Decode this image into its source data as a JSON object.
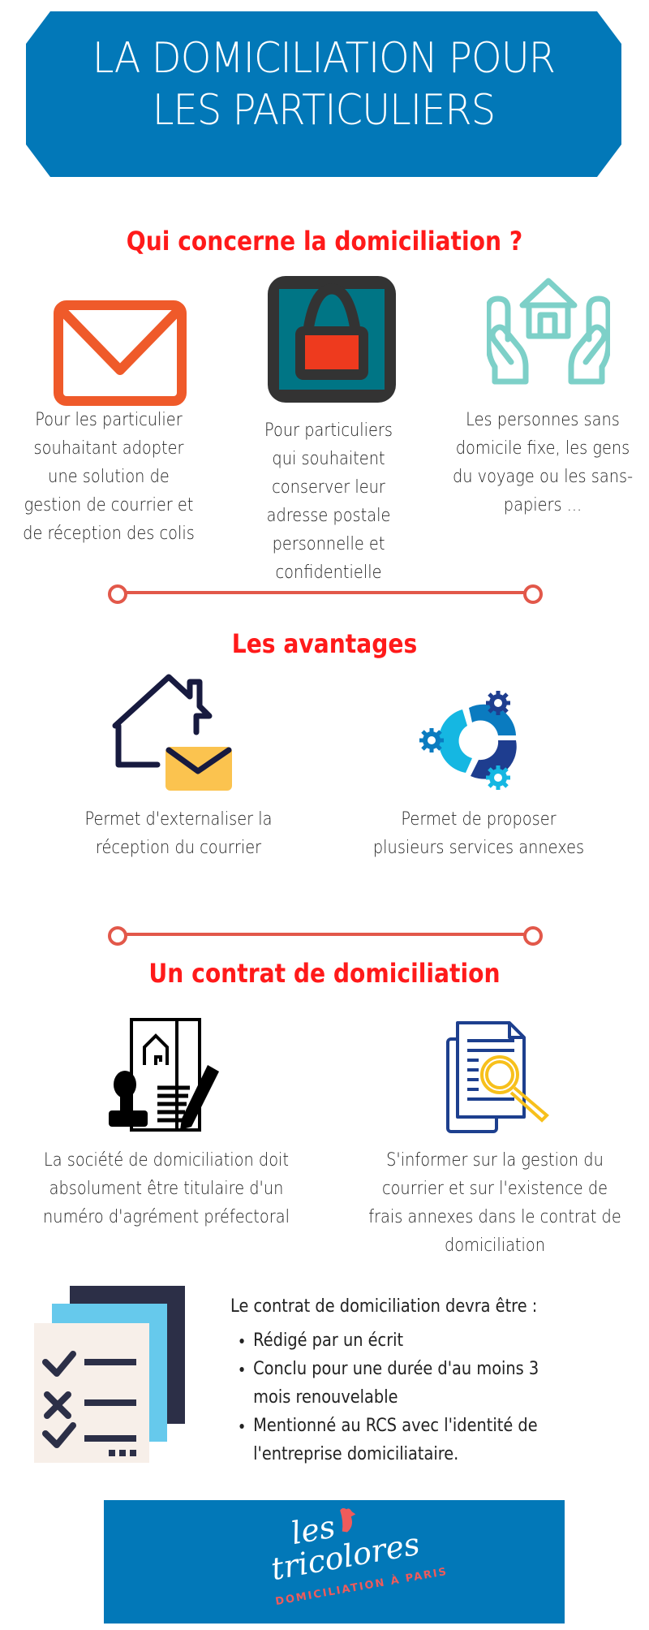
{
  "header": {
    "title_line1": "LA DOMICILIATION POUR",
    "title_line2": "LES PARTICULIERS",
    "background_color": "#0278b8"
  },
  "section_who": {
    "title": "Qui concerne la domiciliation ?",
    "items": [
      {
        "icon": "envelope-icon",
        "lines": [
          "Pour les particulier",
          "souhaitant  adopter",
          "une solution de",
          "gestion de courrier et",
          "de réception des colis"
        ]
      },
      {
        "icon": "padlock-icon",
        "lines": [
          "Pour particuliers",
          "qui souhaitent",
          "conserver leur",
          "adresse postale",
          "personnelle et",
          "confidentielle"
        ]
      },
      {
        "icon": "hands-house-icon",
        "lines": [
          "Les personnes sans",
          "domicile fixe, les gens",
          "du voyage ou les sans-",
          "papiers ..."
        ]
      }
    ]
  },
  "section_advantages": {
    "title": "Les avantages",
    "items": [
      {
        "icon": "house-mail-icon",
        "lines": [
          "Permet d'externaliser la",
          "réception du courrier"
        ]
      },
      {
        "icon": "gears-cycle-icon",
        "lines": [
          "Permet de proposer",
          "plusieurs services annexes"
        ]
      }
    ]
  },
  "section_contract": {
    "title": "Un contrat de domiciliation",
    "items": [
      {
        "icon": "contract-stamp-icon",
        "lines": [
          "La société de domiciliation doit",
          "absolument être titulaire d'un",
          "numéro d'agrément préfectoral"
        ]
      },
      {
        "icon": "document-search-icon",
        "lines": [
          "S'informer sur la gestion du",
          "courrier et sur l'existence de",
          "frais annexes dans le contrat de",
          "domiciliation"
        ]
      }
    ],
    "checklist": {
      "icon": "checklist-icon",
      "intro": "Le contrat de domiciliation devra être :",
      "bullets": [
        [
          "Rédigé par un écrit"
        ],
        [
          "Conclu pour une durée d'au moins 3",
          "mois renouvelable"
        ],
        [
          "Mentionné au RCS avec l'identité de",
          "l'entreprise domiciliataire."
        ]
      ]
    }
  },
  "footer": {
    "logo_line1": "les",
    "logo_line2": "tricolores",
    "logo_tagline": "DOMICILIATION À PARIS",
    "background_color": "#0278b8"
  },
  "colors": {
    "section_title": "#ff1a1a",
    "divider": "#e2584a",
    "envelope": "#ef5a2a",
    "lock_frame": "#333333",
    "lock_bg": "#007585",
    "lock_body": "#ee3a1e",
    "teal": "#7dd0c8",
    "navy": "#171a3f",
    "yellow": "#fbc34f"
  }
}
